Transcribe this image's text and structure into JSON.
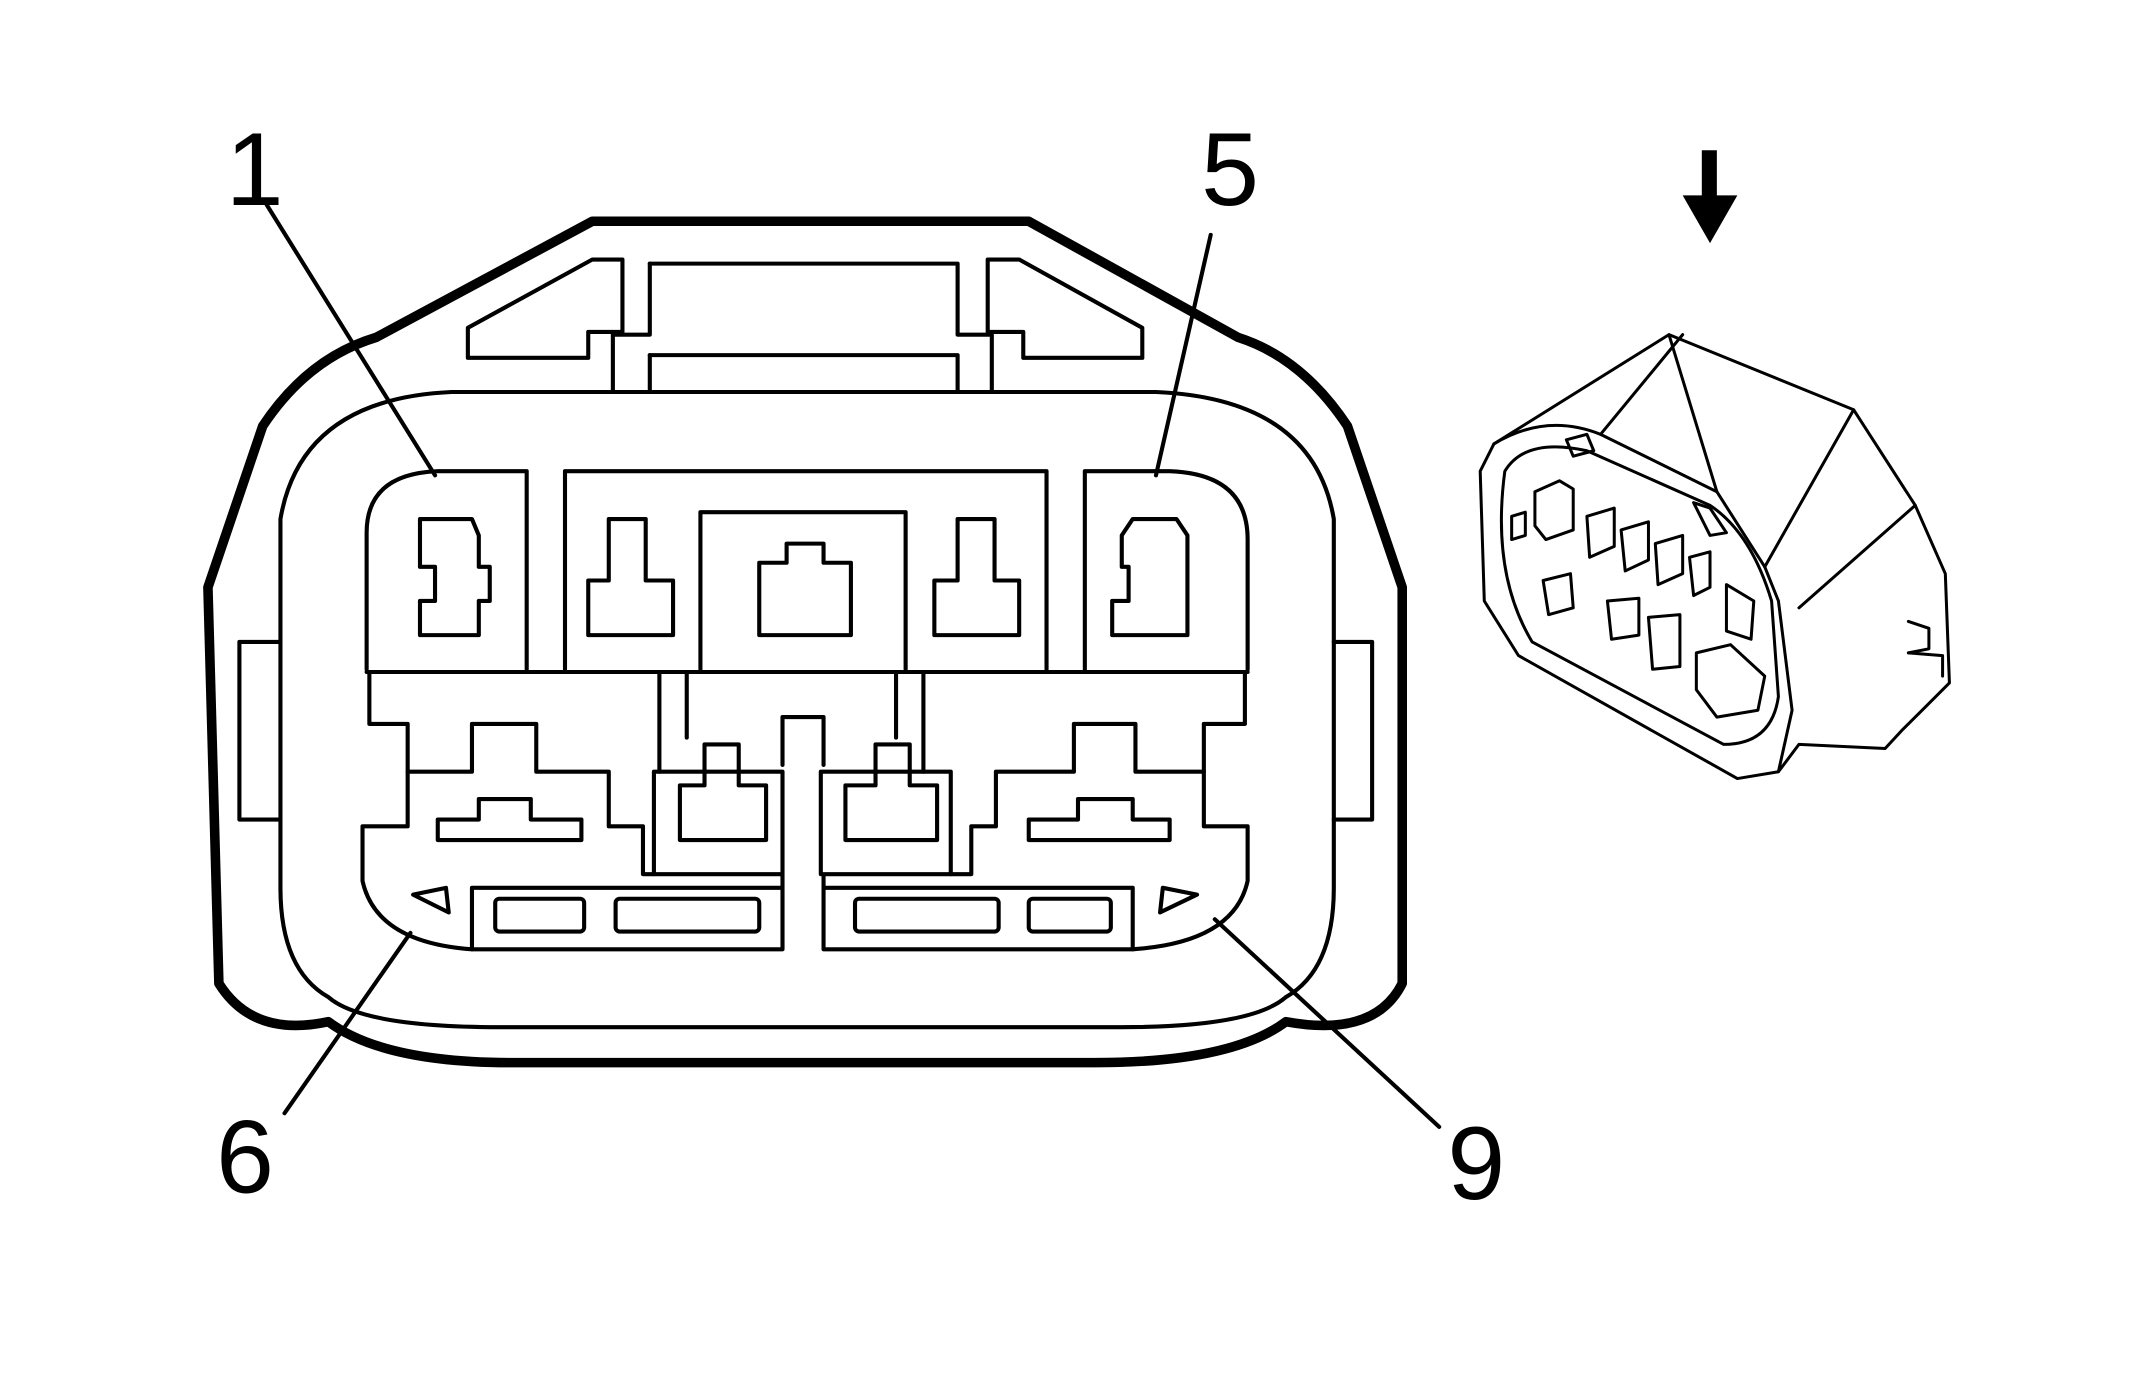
{
  "labels": {
    "pin_1": "1",
    "pin_5": "5",
    "pin_6": "6",
    "pin_9": "9"
  },
  "colors": {
    "line": "#000000",
    "background": "#ffffff"
  },
  "icons": {
    "view_direction": "arrow-down-icon"
  }
}
